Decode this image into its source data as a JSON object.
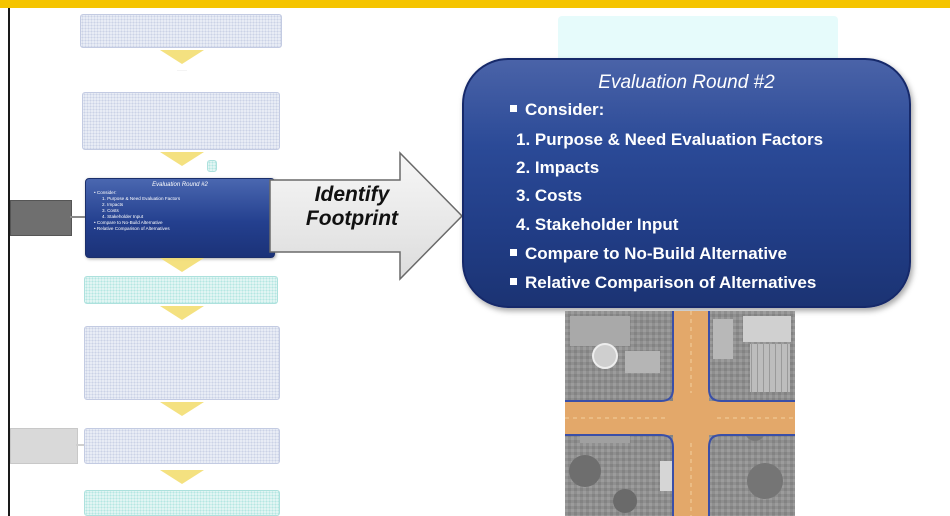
{
  "evaluation_round": {
    "title": "Evaluation Round #2",
    "consider_label": "Consider:",
    "factors": [
      "1. Purpose & Need Evaluation Factors",
      "2. Impacts",
      "3. Costs",
      "4. Stakeholder Input"
    ],
    "bullets": [
      "Compare to No-Build Alternative",
      "Relative Comparison of Alternatives"
    ]
  },
  "arrow": {
    "line1": "Identify",
    "line2": "Footprint"
  },
  "small_box": {
    "title": "Evaluation Round #2",
    "lines": [
      "• Consider:",
      "1. Purpose & Need Evaluation Factors",
      "2. Impacts",
      "3. Costs",
      "4. Stakeholder Input",
      "• Compare to No-Build Alternative",
      "• Relative Comparison of Alternatives"
    ]
  },
  "colors": {
    "accent_bar": "#f5c400",
    "eval_blue": "#213d86",
    "road": "#e3a86a",
    "road_edge": "#3a4fa8"
  }
}
